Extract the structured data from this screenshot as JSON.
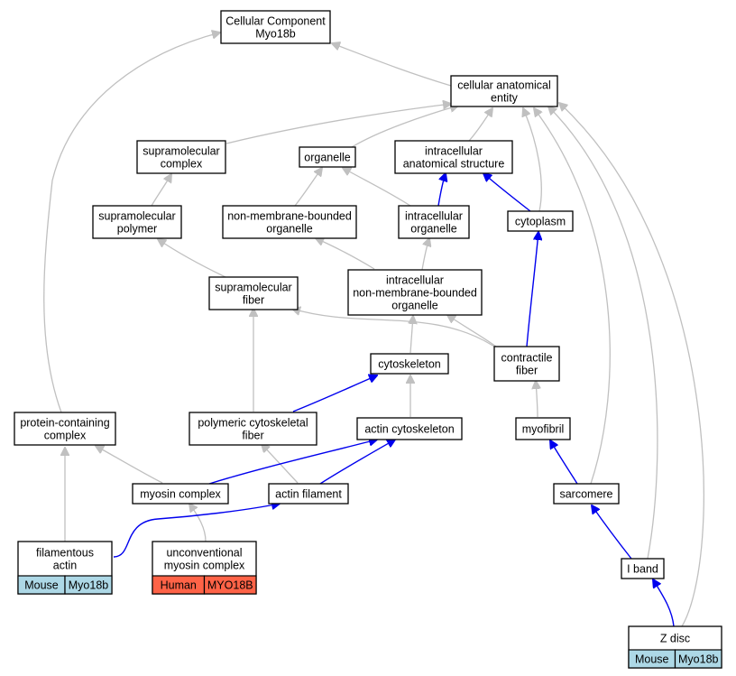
{
  "nodes": {
    "cc": [
      "Cellular Component",
      "Myo18b"
    ],
    "cae": [
      "cellular anatomical",
      "entity"
    ],
    "supcomplex": [
      "supramolecular",
      "complex"
    ],
    "organelle": [
      "organelle"
    ],
    "ias": [
      "intracellular",
      "anatomical structure"
    ],
    "suppolymer": [
      "supramolecular",
      "polymer"
    ],
    "nmbo": [
      "non-membrane-bounded",
      "organelle"
    ],
    "intraorg": [
      "intracellular",
      "organelle"
    ],
    "cytoplasm": [
      "cytoplasm"
    ],
    "supfiber": [
      "supramolecular",
      "fiber"
    ],
    "inmbo": [
      "intracellular",
      "non-membrane-bounded",
      "organelle"
    ],
    "contractile": [
      "contractile",
      "fiber"
    ],
    "cytoskeleton": [
      "cytoskeleton"
    ],
    "pcc": [
      "protein-containing",
      "complex"
    ],
    "pcf": [
      "polymeric cytoskeletal",
      "fiber"
    ],
    "actincyto": [
      "actin cytoskeleton"
    ],
    "myofibril": [
      "myofibril"
    ],
    "myosin": [
      "myosin complex"
    ],
    "actinfil": [
      "actin filament"
    ],
    "sarcomere": [
      "sarcomere"
    ],
    "filactin": [
      "filamentous",
      "actin"
    ],
    "umc": [
      "unconventional",
      "myosin complex"
    ],
    "iband": [
      "I band"
    ],
    "zdisc": [
      "Z disc"
    ]
  },
  "tags": {
    "filactin": [
      {
        "text": "Mouse",
        "color": "#add8e6"
      },
      {
        "text": "Myo18b",
        "color": "#add8e6"
      }
    ],
    "umc": [
      {
        "text": "Human",
        "color": "#ff6347"
      },
      {
        "text": "MYO18B",
        "color": "#ff6347"
      }
    ],
    "zdisc": [
      {
        "text": "Mouse",
        "color": "#add8e6"
      },
      {
        "text": "Myo18b",
        "color": "#add8e6"
      }
    ]
  },
  "colors": {
    "is_a_edge": "#c0c0c0",
    "part_of_edge": "#0000ee",
    "mouse_tag": "#add8e6",
    "human_tag": "#ff6347"
  }
}
